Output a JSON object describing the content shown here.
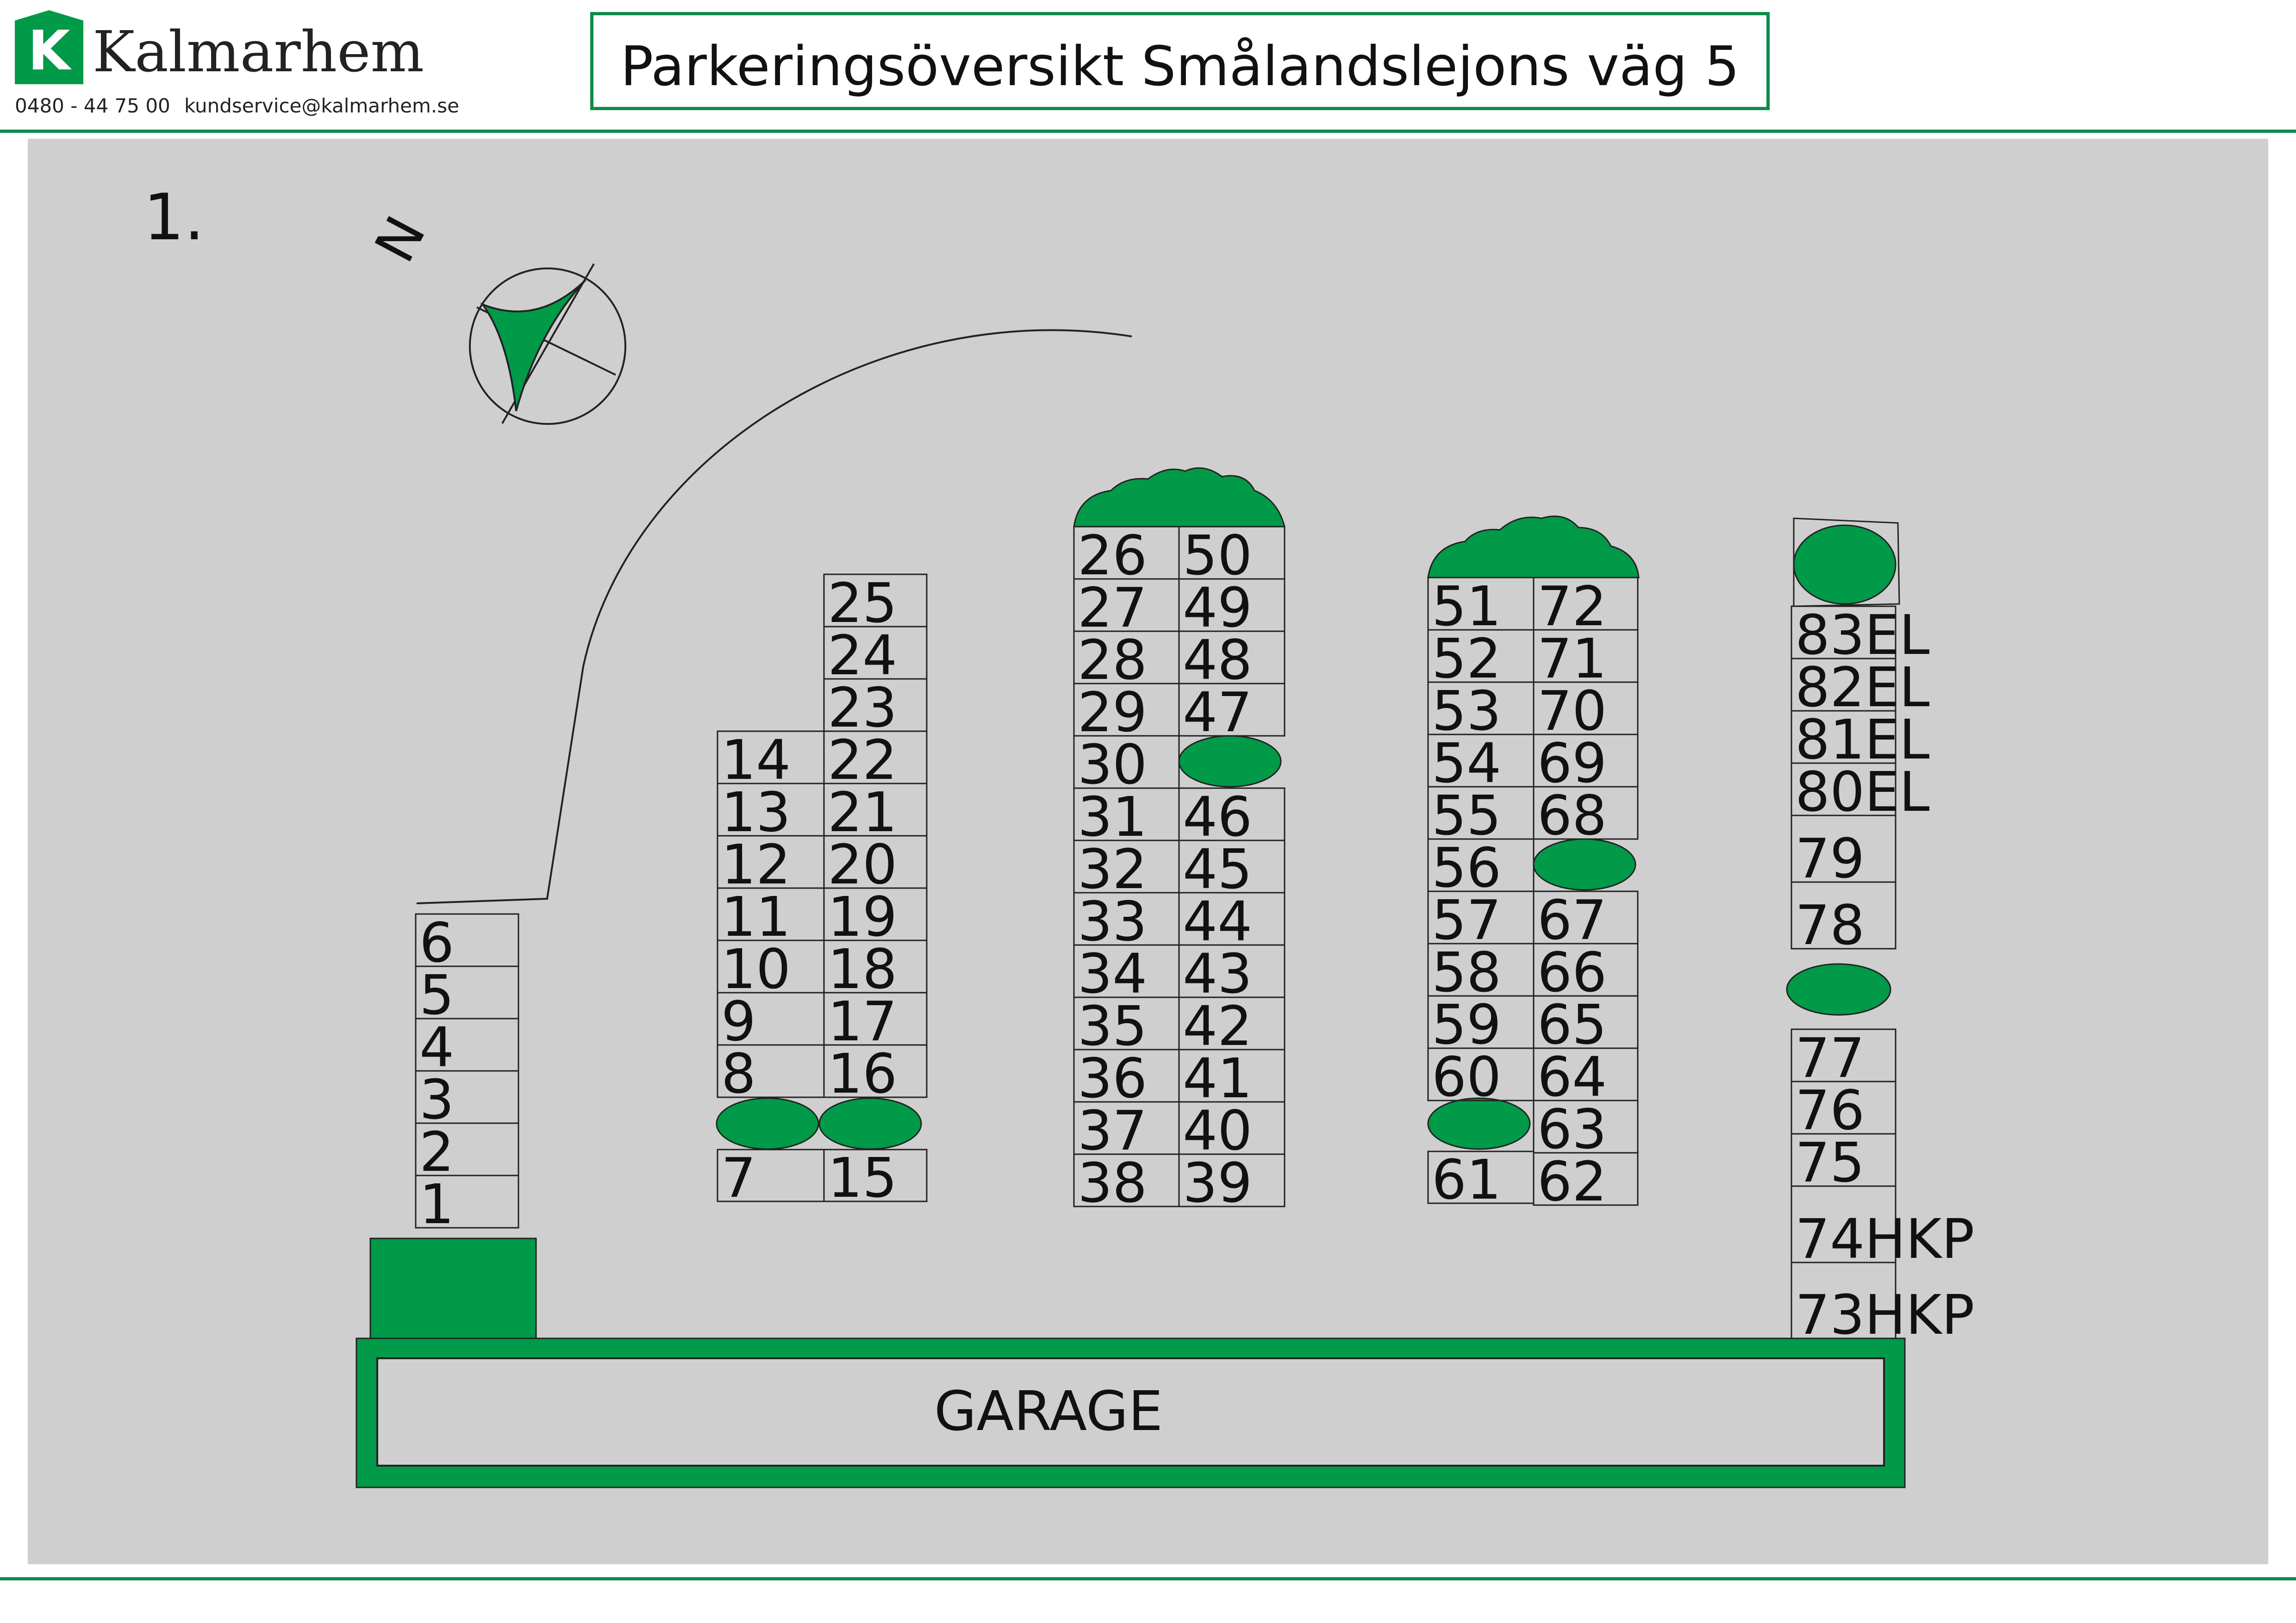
{
  "header": {
    "logo_letter": "K",
    "brand": "Kalmarhem",
    "phone": "0480 - 44 75 00",
    "email": "kundservice@kalmarhem.se",
    "title": "Parkeringsöversikt Smålandslejons väg 5"
  },
  "map": {
    "number": "1.",
    "north_label": "N",
    "garage_label": "GARAGE",
    "colors": {
      "background": "#cfcfcf",
      "green": "#019a48",
      "line": "#222222"
    },
    "rows": {
      "far_left": [
        "6",
        "5",
        "4",
        "3",
        "2",
        "1"
      ],
      "row2_left": [
        "14",
        "13",
        "12",
        "11",
        "10",
        "9",
        "8",
        "7"
      ],
      "row2_right": [
        "25",
        "24",
        "23",
        "22",
        "21",
        "20",
        "19",
        "18",
        "17",
        "16",
        "15"
      ],
      "row3_left": [
        "26",
        "27",
        "28",
        "29",
        "30",
        "31",
        "32",
        "33",
        "34",
        "35",
        "36",
        "37",
        "38"
      ],
      "row3_right": [
        "50",
        "49",
        "48",
        "47",
        "46",
        "45",
        "44",
        "43",
        "42",
        "41",
        "40",
        "39"
      ],
      "row4_left": [
        "51",
        "52",
        "53",
        "54",
        "55",
        "56",
        "57",
        "58",
        "59",
        "60",
        "61"
      ],
      "row4_right": [
        "72",
        "71",
        "70",
        "69",
        "68",
        "67",
        "66",
        "65",
        "64",
        "63",
        "62"
      ],
      "far_right": [
        "83EL",
        "82EL",
        "81EL",
        "80EL",
        "79",
        "78",
        "77",
        "76",
        "75",
        "74HKP",
        "73HKP"
      ]
    }
  }
}
